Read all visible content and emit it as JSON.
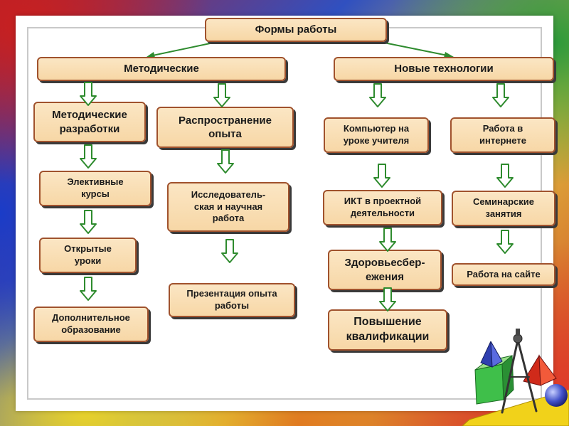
{
  "diagram": {
    "root": "Формы работы",
    "branch_left": "Методические",
    "branch_right": "Новые технологии",
    "col1": [
      "Методические\nразработки",
      "Элективные\nкурсы",
      "Открытые\nуроки",
      "Дополнительное\nобразование"
    ],
    "col2": [
      "Распространение\nопыта",
      "Исследователь-\nская и научная\nработа",
      "Презентация опыта\nработы"
    ],
    "col3": [
      "Компьютер на\nуроке учителя",
      "ИКТ в проектной\nдеятельности",
      "Здоровьесбер-\nежения",
      "Повышение\nквалификации"
    ],
    "col4": [
      "Работа в\nинтернете",
      "Семинарские\nзанятия",
      "Работа на сайте"
    ]
  },
  "colors": {
    "box_fill": "#f9dfb5",
    "box_border": "#a0522d",
    "arrow_fill": "#ffffff",
    "arrow_stroke": "#2e8b2e",
    "connector": "#2e8b2e"
  }
}
